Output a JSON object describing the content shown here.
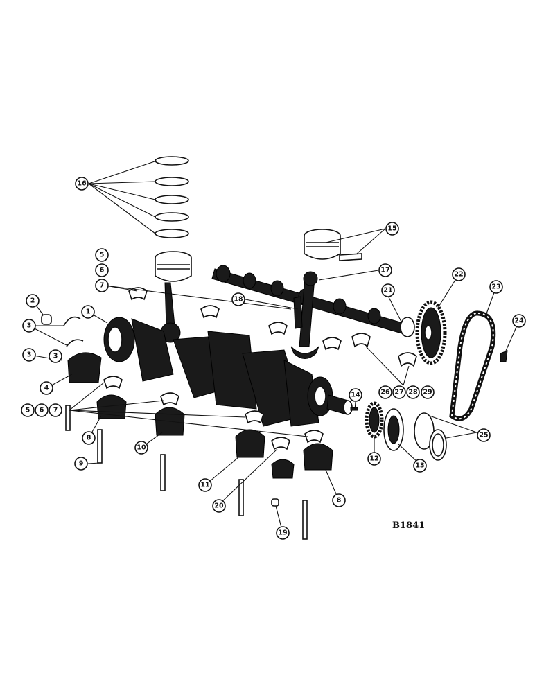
{
  "reference_code": "B1841",
  "callouts": [
    "1",
    "2",
    "3",
    "3",
    "3",
    "4",
    "5",
    "6",
    "7",
    "5",
    "6",
    "7",
    "8",
    "8",
    "9",
    "10",
    "11",
    "12",
    "13",
    "14",
    "15",
    "16",
    "17",
    "18",
    "19",
    "20",
    "21",
    "22",
    "23",
    "24",
    "25",
    "26",
    "27",
    "28",
    "29"
  ]
}
